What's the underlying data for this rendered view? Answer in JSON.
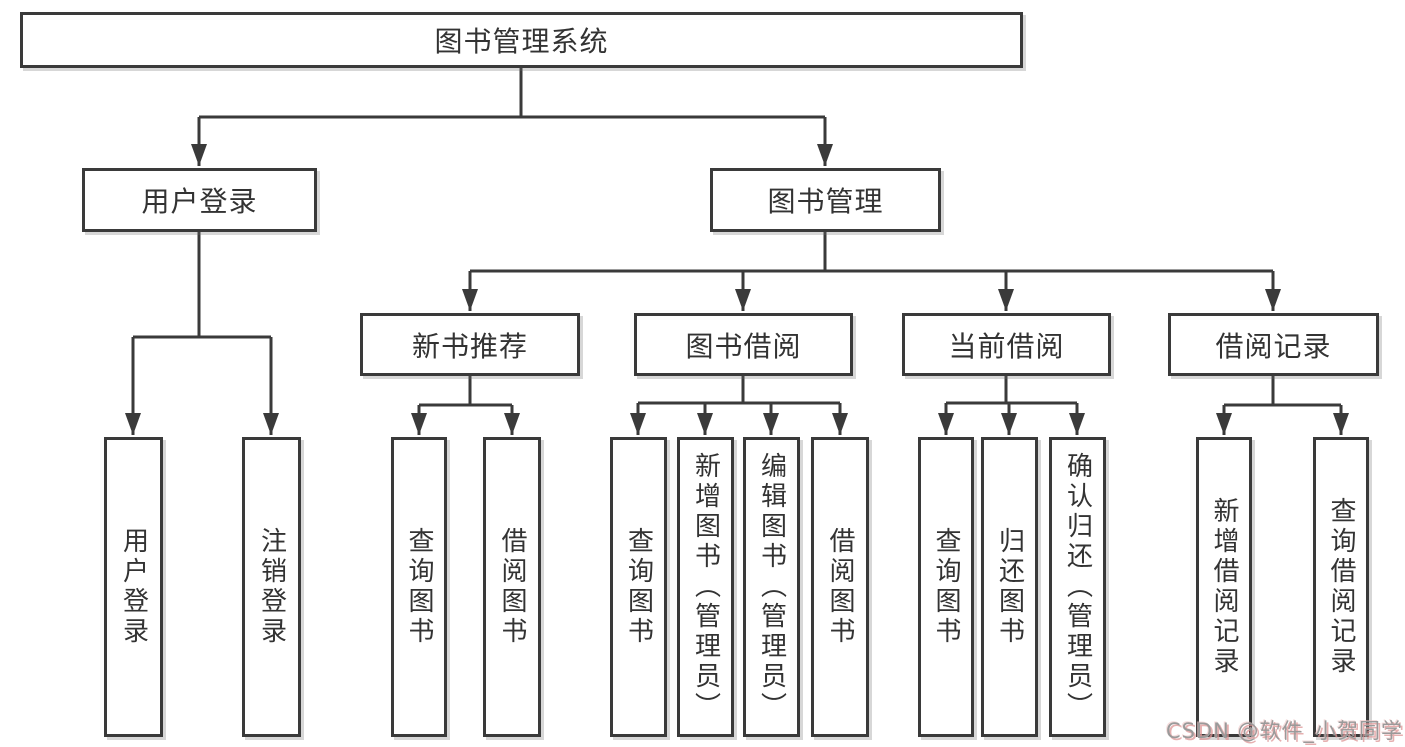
{
  "diagram": {
    "title": "图书管理系统",
    "root": {
      "label": "图书管理系统"
    },
    "level2": [
      {
        "label": "用户登录"
      },
      {
        "label": "图书管理"
      }
    ],
    "level3": [
      {
        "label": "新书推荐"
      },
      {
        "label": "图书借阅"
      },
      {
        "label": "当前借阅"
      },
      {
        "label": "借阅记录"
      }
    ],
    "leaves": {
      "user_login": [
        "用户登录",
        "注销登录"
      ],
      "new_book": [
        "查询图书",
        "借阅图书"
      ],
      "book_borrow": [
        "查询图书",
        "新增图书（管理员）",
        "编辑图书（管理员）",
        "借阅图书"
      ],
      "current_borrow": [
        "查询图书",
        "归还图书",
        "确认归还（管理员）"
      ],
      "borrow_record": [
        "新增借阅记录",
        "查询借阅记录"
      ]
    }
  },
  "watermark": {
    "text": "CSDN @软件_小贺同学"
  },
  "colors": {
    "line": "#3a3a3a",
    "text": "#333333",
    "box_background": "#ffffff",
    "watermark_gray": "#9a9a9a",
    "watermark_pink": "#de9696"
  }
}
